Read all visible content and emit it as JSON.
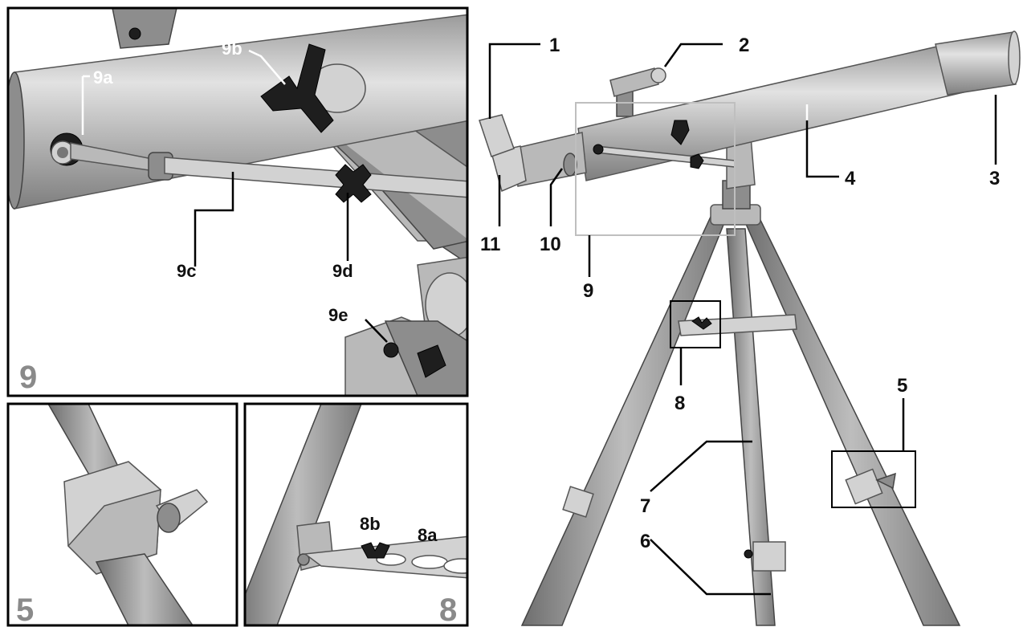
{
  "labels": {
    "p1": "1",
    "p2": "2",
    "p3": "3",
    "p4": "4",
    "p5": "5",
    "p6": "6",
    "p7": "7",
    "p8": "8",
    "p9": "9",
    "p10": "10",
    "p11": "11",
    "d9a": "9a",
    "d9b": "9b",
    "d9c": "9c",
    "d9d": "9d",
    "d9e": "9e",
    "d8a": "8a",
    "d8b": "8b"
  },
  "panels": {
    "detail_9_number": "9",
    "detail_5_number": "5",
    "detail_8_number": "8"
  },
  "colors": {
    "metal_light": "#d2d2d2",
    "metal": "#b9b9b9",
    "metal_dark": "#8d8d8d",
    "knob": "#1e1e1e",
    "panel_number": "#8a8a8a"
  }
}
